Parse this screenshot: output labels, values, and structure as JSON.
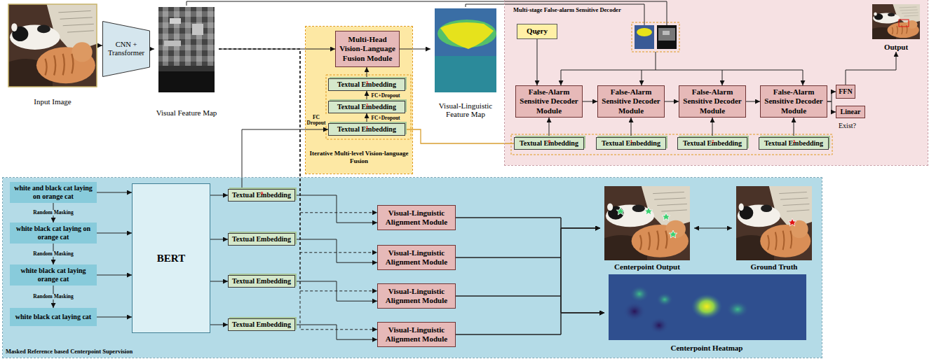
{
  "diagram": {
    "nodes": [
      {
        "text": [
          "Input Image"
        ]
      },
      {
        "text": [
          "CNN + Transformer"
        ]
      },
      {
        "text": [
          "Visual Feature Map"
        ]
      },
      {
        "text": [
          "Iterative Multi-level Vision-language Fusion"
        ]
      },
      {
        "text": [
          "Multi-Head Vision-Language Fusion Module"
        ],
        "in": 3
      },
      {
        "text": [
          "Textual Embedding",
          "3"
        ],
        "in": 3
      },
      {
        "text": [
          "Textual Embedding",
          "2"
        ],
        "in": 3
      },
      {
        "text": [
          "Textual Embedding",
          "1"
        ],
        "in": 3
      },
      {
        "text": [
          "Visual-Linguistic Feature Map"
        ]
      },
      {
        "text": [
          "Multi-stage False-alarm Sensitive Decoder"
        ]
      },
      {
        "text": [
          "Query",
          "0"
        ],
        "in": 9
      },
      {
        "text": [
          "False-Alarm Sensitive Decoder Module"
        ],
        "in": 9
      },
      {
        "text": [
          "False-Alarm Sensitive Decoder Module"
        ],
        "in": 9
      },
      {
        "text": [
          "False-Alarm Sensitive Decoder Module"
        ],
        "in": 9
      },
      {
        "text": [
          "False-Alarm Sensitive Decoder Module"
        ],
        "in": 9
      },
      {
        "text": [
          "Output"
        ],
        "in": 9
      },
      {
        "text": [
          "FFN"
        ],
        "in": 9
      },
      {
        "text": [
          "Linear"
        ],
        "in": 9
      },
      {
        "text": [
          "Textual Embedding",
          "0"
        ],
        "in": 9
      },
      {
        "text": [
          "Textual Embedding",
          "1"
        ],
        "in": 9
      },
      {
        "text": [
          "Textual Embedding",
          "2"
        ],
        "in": 9
      },
      {
        "text": [
          "Textual Embedding",
          "3"
        ],
        "in": 9
      },
      {
        "text": [
          "Masked Reference based Centerpoint Supervision"
        ]
      },
      {
        "text": [
          "white and black cat laying on orange cat"
        ],
        "in": 22
      },
      {
        "text": [
          "white black cat laying on orange cat"
        ],
        "in": 22
      },
      {
        "text": [
          "white black cat laying orange cat"
        ],
        "in": 22
      },
      {
        "text": [
          "white black cat laying cat"
        ],
        "in": 22
      },
      {
        "text": [
          "BERT"
        ],
        "in": 22
      },
      {
        "text": [
          "Textual Embedding",
          "0"
        ],
        "in": 22
      },
      {
        "text": [
          "Textual Embedding"
        ],
        "in": 22
      },
      {
        "text": [
          "Textual Embedding"
        ],
        "in": 22
      },
      {
        "text": [
          "Textual Embedding"
        ],
        "in": 22
      },
      {
        "text": [
          "Visual-Linguistic Alignment Module"
        ],
        "in": 22
      },
      {
        "text": [
          "Visual-Linguistic Alignment Module"
        ],
        "in": 22
      },
      {
        "text": [
          "Visual-Linguistic Alignment Module"
        ],
        "in": 22
      },
      {
        "text": [
          "Visual-Linguistic Alignment Module"
        ],
        "in": 22
      },
      {
        "text": [
          "Centerpoint Output"
        ],
        "in": 22
      },
      {
        "text": [
          "Ground Truth"
        ],
        "in": 22
      },
      {
        "text": [
          "Centerpoint Heatmap"
        ],
        "in": 22
      }
    ],
    "edges": [
      {
        "from": 0,
        "to": 1,
        "arrow": "to"
      },
      {
        "from": 1,
        "to": 2,
        "arrow": "to"
      },
      {
        "from": 2,
        "to": 4,
        "arrow": "to"
      },
      {
        "from": 4,
        "to": 8,
        "arrow": "to"
      },
      {
        "from": 7,
        "to": 6,
        "label": "FC+Dropout",
        "arrow": "to"
      },
      {
        "from": 6,
        "to": 5,
        "label": "FC+Dropout",
        "arrow": "to"
      },
      {
        "from": 5,
        "to": 4,
        "arrow": "to"
      },
      {
        "from": 28,
        "to": 7,
        "label": "FC Dropout",
        "arrow": "to"
      },
      {
        "from": 7,
        "to": 18,
        "arrow": "none"
      },
      {
        "from": 10,
        "to": 11,
        "arrow": "to"
      },
      {
        "from": 11,
        "to": 12,
        "arrow": "to"
      },
      {
        "from": 12,
        "to": 13,
        "arrow": "to"
      },
      {
        "from": 13,
        "to": 14,
        "arrow": "to"
      },
      {
        "from": 18,
        "to": 11,
        "arrow": "to"
      },
      {
        "from": 19,
        "to": 12,
        "arrow": "to"
      },
      {
        "from": 20,
        "to": 13,
        "arrow": "to"
      },
      {
        "from": 21,
        "to": 14,
        "arrow": "to"
      },
      {
        "from": 14,
        "to": 16,
        "arrow": "to"
      },
      {
        "from": 14,
        "to": 17,
        "arrow": "to"
      },
      {
        "from": 16,
        "to": 15,
        "arrow": "to"
      },
      {
        "from": 23,
        "to": 24,
        "label": "Random Masking",
        "arrow": "to"
      },
      {
        "from": 24,
        "to": 25,
        "label": "Random Masking",
        "arrow": "to"
      },
      {
        "from": 25,
        "to": 26,
        "label": "Random Masking",
        "arrow": "to"
      },
      {
        "from": 23,
        "to": 27,
        "arrow": "to"
      },
      {
        "from": 24,
        "to": 27,
        "arrow": "to"
      },
      {
        "from": 25,
        "to": 27,
        "arrow": "to"
      },
      {
        "from": 26,
        "to": 27,
        "arrow": "to"
      },
      {
        "from": 27,
        "to": 28,
        "arrow": "to"
      },
      {
        "from": 27,
        "to": 29,
        "arrow": "to"
      },
      {
        "from": 27,
        "to": 30,
        "arrow": "to"
      },
      {
        "from": 27,
        "to": 31,
        "arrow": "to"
      },
      {
        "from": 28,
        "to": 32,
        "arrow": "to"
      },
      {
        "from": 29,
        "to": 33,
        "arrow": "to"
      },
      {
        "from": 30,
        "to": 34,
        "arrow": "to"
      },
      {
        "from": 31,
        "to": 35,
        "arrow": "to"
      },
      {
        "from": 2,
        "to": 32,
        "arrow": "to"
      },
      {
        "from": 2,
        "to": 33,
        "arrow": "to"
      },
      {
        "from": 2,
        "to": 34,
        "arrow": "to"
      },
      {
        "from": 2,
        "to": 35,
        "arrow": "to"
      },
      {
        "from": 32,
        "to": 36,
        "arrow": "to"
      },
      {
        "from": 33,
        "to": 36,
        "arrow": "to"
      },
      {
        "from": 34,
        "to": 36,
        "arrow": "to"
      },
      {
        "from": 35,
        "to": 36,
        "arrow": "to"
      },
      {
        "from": 32,
        "to": 38,
        "arrow": "to"
      },
      {
        "from": 33,
        "to": 38,
        "arrow": "to"
      },
      {
        "from": 34,
        "to": 38,
        "arrow": "to"
      },
      {
        "from": 35,
        "to": 38,
        "arrow": "to"
      },
      {
        "from": 36,
        "to": 37,
        "arrow": "both"
      }
    ],
    "labels": [
      "Exist?"
    ]
  }
}
